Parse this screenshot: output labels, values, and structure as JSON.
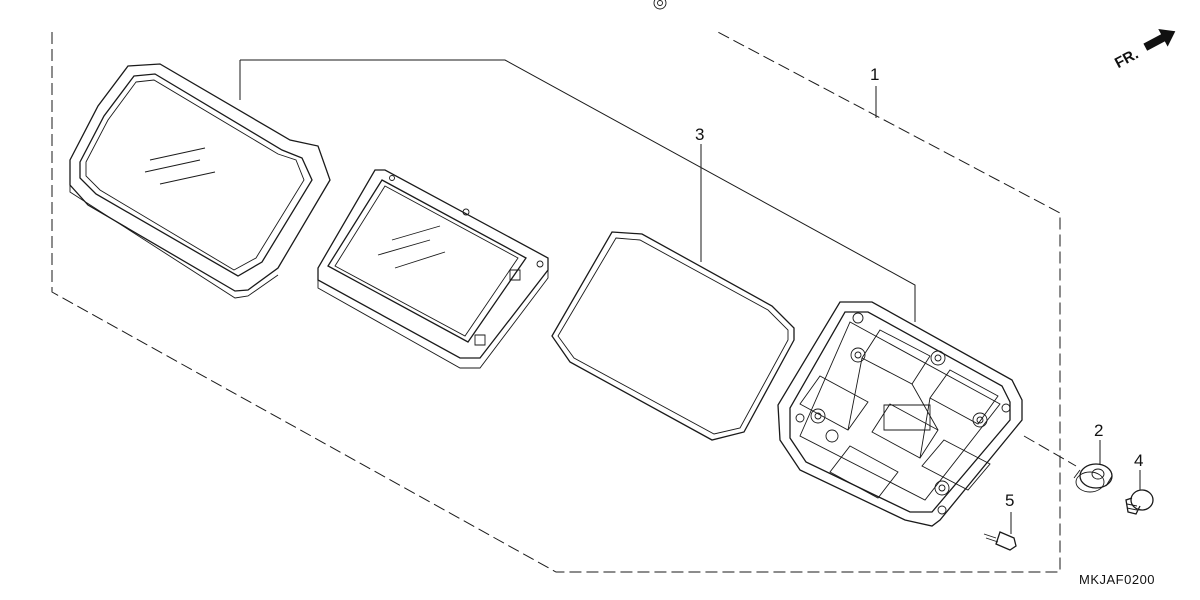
{
  "callouts": [
    {
      "id": "1",
      "part": "meter-assembly-bracket"
    },
    {
      "id": "2",
      "part": "grommet"
    },
    {
      "id": "3",
      "part": "seal-gasket"
    },
    {
      "id": "4",
      "part": "screw"
    },
    {
      "id": "5",
      "part": "screw"
    }
  ],
  "direction_label": "FR.",
  "drawing_code": "MKJAF0200",
  "icons": [
    "front-direction-arrow-icon",
    "registration-mark-icon"
  ]
}
